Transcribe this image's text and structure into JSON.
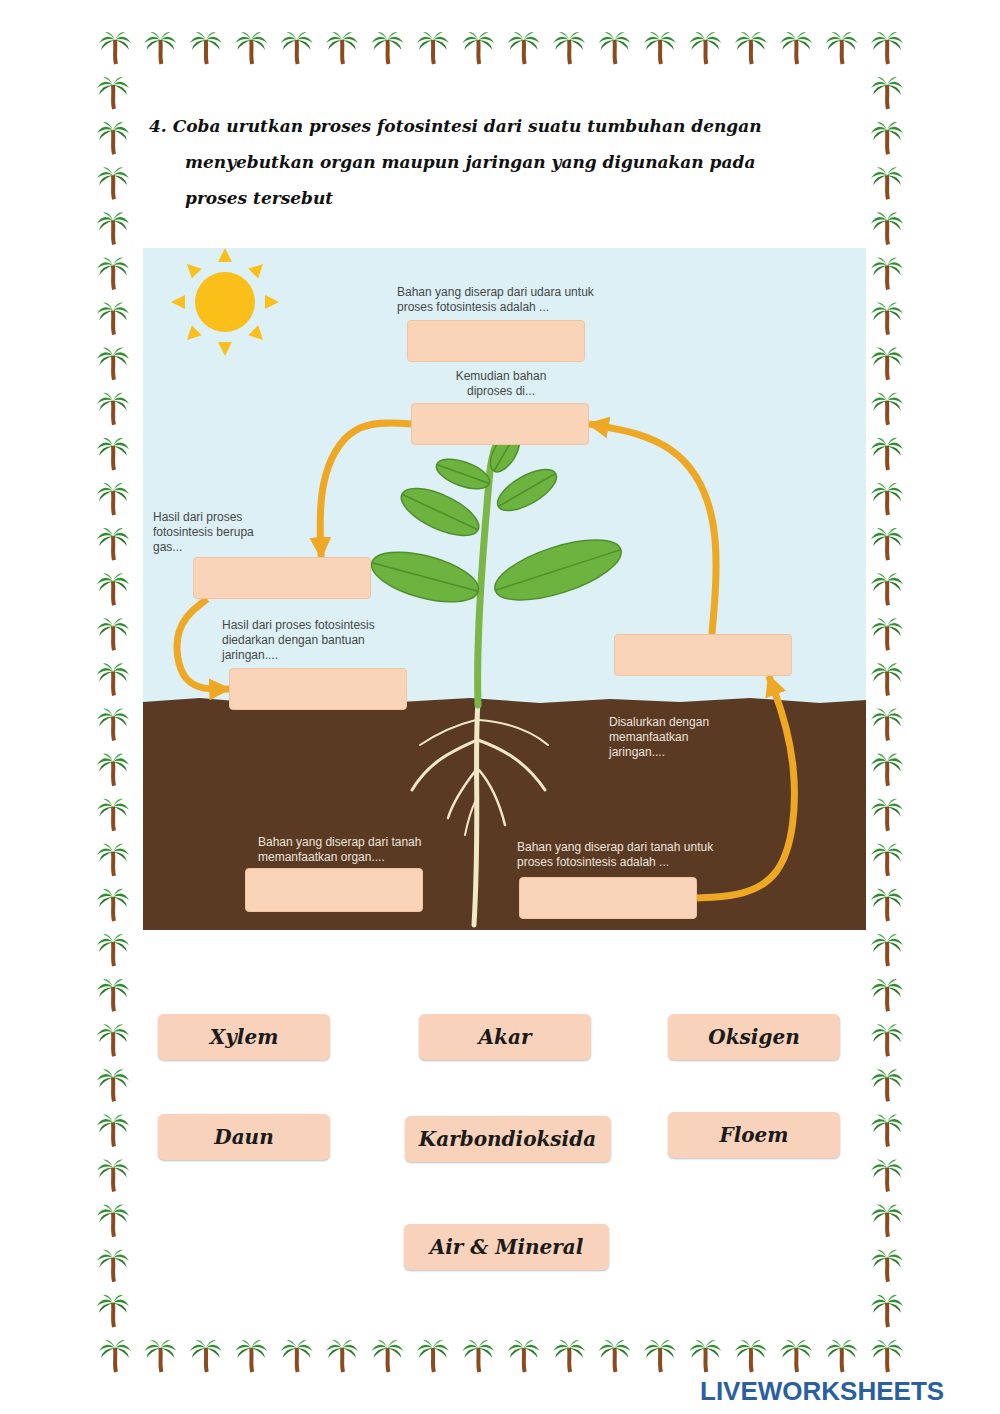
{
  "diagram": {
    "title": "4. Coba urutkan proses fotosintesi dari suatu tumbuhan dengan menyebutkan organ maupun jaringan yang digunakan pada proses tersebut",
    "nodes": [
      {
        "text": [
          "Bahan yang diserap dari udara untuk proses fotosintesis adalah ..."
        ]
      },
      {
        "text": [
          "Kemudian bahan diproses di..."
        ]
      },
      {
        "text": [
          "Hasil dari proses fotosintesis berupa gas..."
        ]
      },
      {
        "text": [
          "Hasil dari proses fotosintesis diedarkan dengan bantuan jaringan...."
        ]
      },
      {
        "text": [
          "Disalurkan dengan memanfaatkan jaringan...."
        ]
      },
      {
        "text": [
          "Bahan yang diserap dari tanah memanfaatkan organ...."
        ]
      },
      {
        "text": [
          "Bahan yang diserap dari tanah untuk proses fotosintesis adalah ..."
        ]
      },
      {
        "text": [
          "Xylem"
        ]
      },
      {
        "text": [
          "Akar"
        ]
      },
      {
        "text": [
          "Oksigen"
        ]
      },
      {
        "text": [
          "Daun"
        ]
      },
      {
        "text": [
          "Karbondioksida"
        ]
      },
      {
        "text": [
          "Floem"
        ]
      },
      {
        "text": [
          "Air & Mineral"
        ]
      }
    ],
    "edges": [
      {
        "from": 6,
        "to": 4,
        "arrow": "to"
      },
      {
        "from": 4,
        "to": 1,
        "arrow": "to"
      },
      {
        "from": 1,
        "to": 2,
        "arrow": "to"
      },
      {
        "from": 2,
        "to": 3,
        "arrow": "to"
      }
    ],
    "labels": [
      "LIVEWORKSHEETS"
    ]
  }
}
